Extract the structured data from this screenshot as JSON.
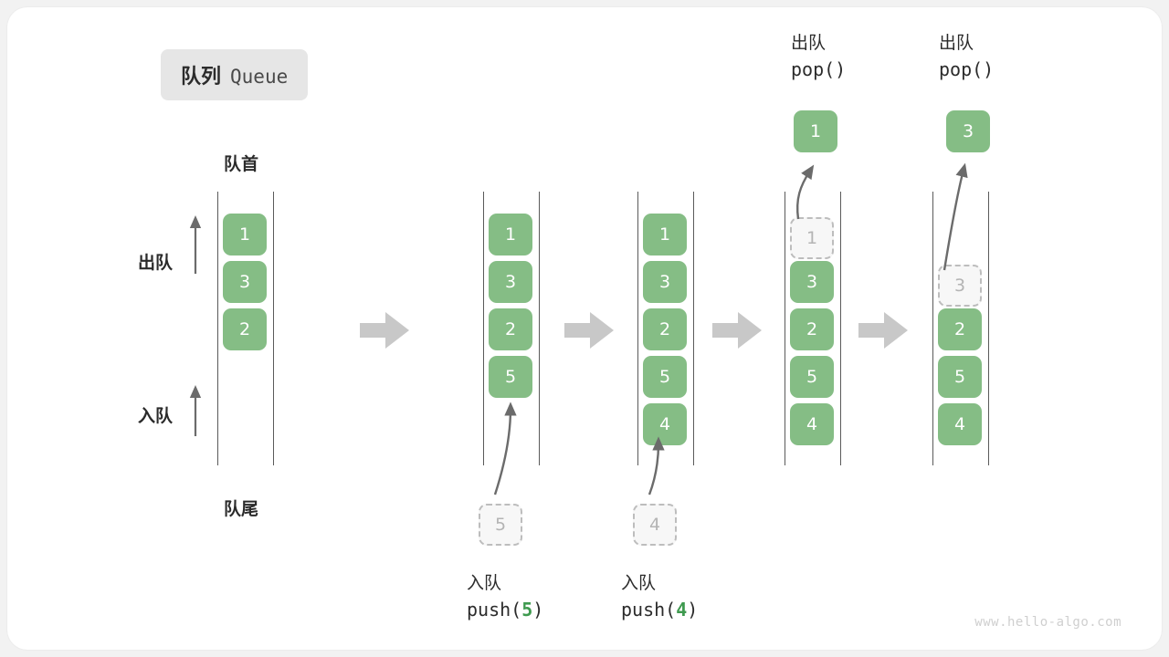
{
  "title": {
    "cn": "队列",
    "en": "Queue"
  },
  "labels": {
    "head": "队首",
    "tail": "队尾",
    "dequeue": "出队",
    "enqueue": "入队"
  },
  "watermark": "www.hello-algo.com",
  "colors": {
    "element": "#85bd85",
    "ghost_fill": "#f7f7f7",
    "ghost_border": "#bdbdbd",
    "rail": "#5a5a5a",
    "arrow": "#6b6b6b",
    "step_arrow": "#c8c8c8",
    "code_accent": "#3f9a4f",
    "chip_bg": "#e6e6e6"
  },
  "stages": [
    {
      "id": "initial",
      "items": [
        "1",
        "3",
        "2"
      ],
      "ghost_index": -1,
      "caption_cn": "",
      "caption_code": ""
    },
    {
      "id": "push-5",
      "items": [
        "1",
        "3",
        "2",
        "5"
      ],
      "ghost_index": -1,
      "caption_cn": "入队",
      "caption_code_pre": "push(",
      "caption_code_num": "5",
      "caption_code_post": ")",
      "incoming_value": "5"
    },
    {
      "id": "push-4",
      "items": [
        "1",
        "3",
        "2",
        "5",
        "4"
      ],
      "ghost_index": -1,
      "caption_cn": "入队",
      "caption_code_pre": "push(",
      "caption_code_num": "4",
      "caption_code_post": ")",
      "incoming_value": "4"
    },
    {
      "id": "pop-1",
      "items": [
        "1",
        "3",
        "2",
        "5",
        "4"
      ],
      "ghost_index": 0,
      "header_cn": "出队",
      "header_code": "pop()",
      "popped_value": "1"
    },
    {
      "id": "pop-3",
      "items": [
        "3",
        "2",
        "5",
        "4"
      ],
      "ghost_index": 0,
      "header_cn": "出队",
      "header_code": "pop()",
      "popped_value": "3"
    }
  ]
}
